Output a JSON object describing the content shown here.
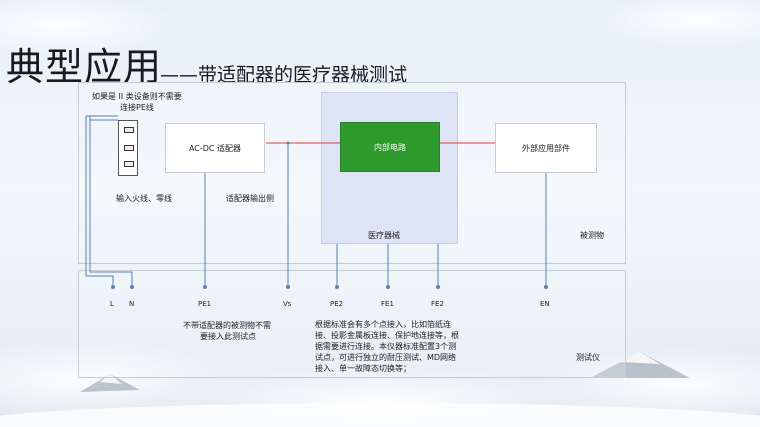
{
  "title": {
    "main": "典型应用",
    "sub": "——带适配器的医疗器械测试"
  },
  "notes": {
    "pe_note_line1": "如果是 II 类设备则不需要",
    "pe_note_line2": "连接PE线",
    "input_wires": "输入火线、零线",
    "adapter_output": "适配器输出侧",
    "no_adapter_line1": "不带适配器的被测物不需",
    "no_adapter_line2": "要接入此测试点",
    "standard_lines": [
      "根据标准会有多个点接入，比如箔纸连",
      "接、投影金属板连接、保护地连接等，根",
      "据需要进行连接。本仪器标准配置3个测",
      "试点，可进行独立的耐压测试、MD网络",
      "接入、单一故障态切换等；"
    ]
  },
  "blocks": {
    "adapter": "AC-DC 适配器",
    "internal_circuit": "内部电路",
    "external_part": "外部应用部件",
    "medical_device": "医疗器械",
    "dut": "被测物",
    "tester": "测试仪"
  },
  "terminals": [
    "L",
    "N",
    "PE1",
    "Vs",
    "PE2",
    "FE1",
    "FE2",
    "EN"
  ],
  "colors": {
    "wire": "#5a7fb6",
    "signal": "#e03a3a",
    "circuit": "#2e9a2e",
    "device_fill": "#dde4f5"
  }
}
